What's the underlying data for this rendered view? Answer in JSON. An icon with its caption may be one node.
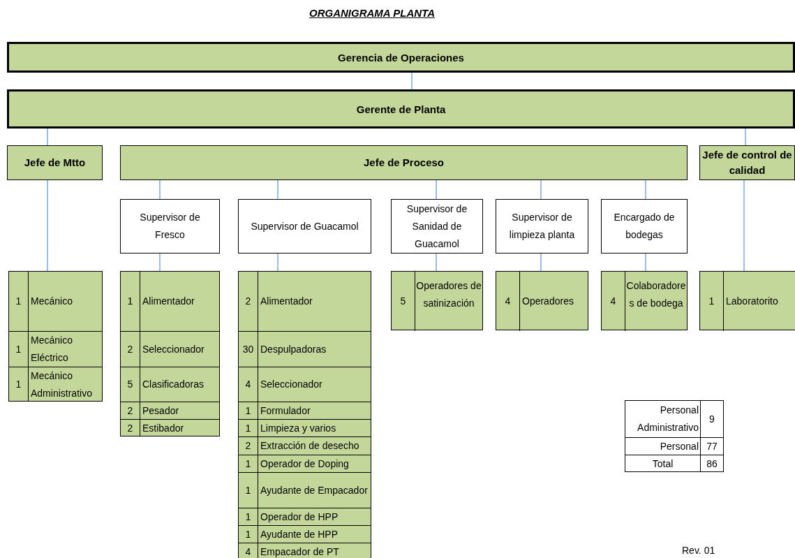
{
  "diagram": {
    "title": "ORGANIGRAMA PLANTA",
    "nodes": [
      {
        "text": [
          "Gerencia de Operaciones"
        ]
      },
      {
        "text": [
          "Gerente de Planta"
        ]
      },
      {
        "text": [
          "Jefe de Mtto"
        ]
      },
      {
        "text": [
          "Jefe de Proceso"
        ]
      },
      {
        "text": [
          "Jefe de control de calidad"
        ]
      },
      {
        "text": [
          "Supervisor de Fresco"
        ]
      },
      {
        "text": [
          "Supervisor de Guacamol"
        ]
      },
      {
        "text": [
          "Supervisor de Sanidad de Guacamol"
        ]
      },
      {
        "text": [
          "Supervisor de limpieza planta"
        ]
      },
      {
        "text": [
          "Encargado de bodegas"
        ]
      },
      {
        "text": [
          "1",
          "Mecánico",
          "1",
          "Mecánico Eléctrico",
          "1",
          "Mecánico Administrativo"
        ]
      },
      {
        "text": [
          "1",
          "Alimentador",
          "2",
          "Seleccionador",
          "5",
          "Clasificadoras",
          "2",
          "Pesador",
          "2",
          "Estibador"
        ]
      },
      {
        "text": [
          "2",
          "Alimentador",
          "30",
          "Despulpadoras",
          "4",
          "Seleccionador",
          "1",
          "Formulador",
          "1",
          "Limpieza y varios",
          "2",
          "Extracción de desecho",
          "1",
          "Operador de Doping",
          "1",
          "Ayudante de Empacador",
          "1",
          "Operador de HPP",
          "1",
          "Ayudante de HPP",
          "4",
          "Empacador de PT"
        ]
      },
      {
        "text": [
          "5",
          "Operadores de satinización"
        ]
      },
      {
        "text": [
          "4",
          "Operadores"
        ]
      },
      {
        "text": [
          "4",
          "Colaboradores de bodega"
        ]
      },
      {
        "text": [
          "1",
          "Laboratorito"
        ]
      }
    ],
    "edges": [
      {
        "from": 0,
        "to": 1,
        "arrow": "none"
      },
      {
        "from": 1,
        "to": 2,
        "arrow": "none"
      },
      {
        "from": 1,
        "to": 4,
        "arrow": "none"
      },
      {
        "from": 3,
        "to": 5,
        "arrow": "none"
      },
      {
        "from": 3,
        "to": 6,
        "arrow": "none"
      },
      {
        "from": 3,
        "to": 7,
        "arrow": "none"
      },
      {
        "from": 3,
        "to": 8,
        "arrow": "none"
      },
      {
        "from": 3,
        "to": 9,
        "arrow": "none"
      },
      {
        "from": 2,
        "to": 10,
        "arrow": "none"
      },
      {
        "from": 5,
        "to": 11,
        "arrow": "none"
      },
      {
        "from": 6,
        "to": 12,
        "arrow": "none"
      },
      {
        "from": 7,
        "to": 13,
        "arrow": "none"
      },
      {
        "from": 8,
        "to": 14,
        "arrow": "none"
      },
      {
        "from": 9,
        "to": 15,
        "arrow": "none"
      },
      {
        "from": 4,
        "to": 16,
        "arrow": "none"
      }
    ],
    "labels": [
      "Personal Administrativo",
      "9",
      "Personal",
      "77",
      "Total",
      "86",
      "Rev. 01"
    ]
  }
}
